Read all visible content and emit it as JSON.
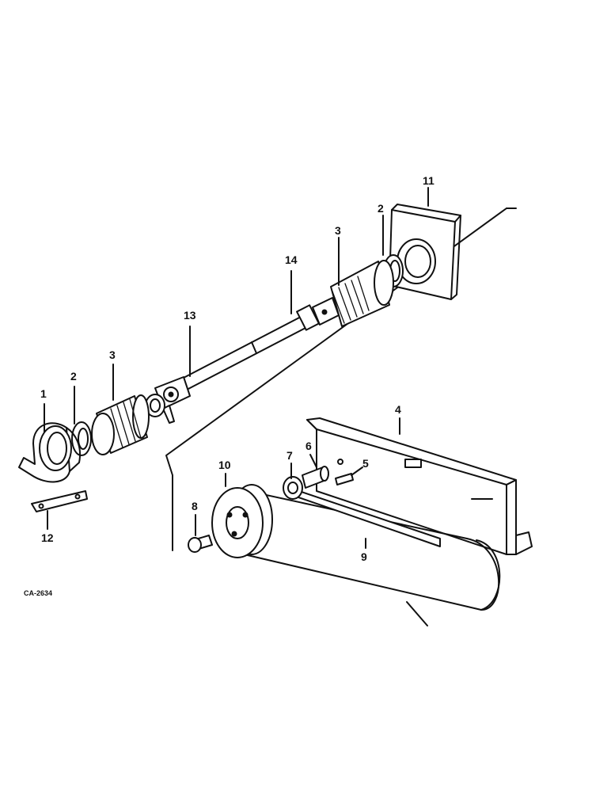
{
  "figure": {
    "code": "CA-2634",
    "callouts": [
      "1",
      "2",
      "3",
      "2",
      "3",
      "4",
      "5",
      "6",
      "7",
      "8",
      "9",
      "10",
      "11",
      "12",
      "13",
      "14"
    ]
  }
}
